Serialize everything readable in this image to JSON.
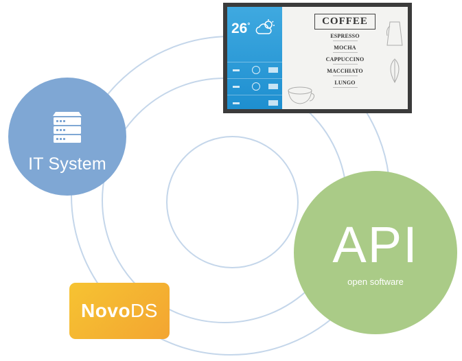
{
  "it_system": {
    "label": "IT System",
    "icon": "server-icon",
    "color": "#7fa7d4"
  },
  "api": {
    "title": "API",
    "subtitle": "open software",
    "color": "#aacb87"
  },
  "novods_logo": {
    "bold": "Novo",
    "light": "DS",
    "color": "#f4b431"
  },
  "display_screen": {
    "weather": {
      "temperature": "26",
      "degree": "°",
      "icon": "cloud-sun-icon"
    },
    "menu_title": "COFFEE",
    "menu_items": [
      "ESPRESSO",
      "MOCHA",
      "CAPPUCCINO",
      "MACCHIATO",
      "LUNGO"
    ]
  },
  "ring_color": "#c4d6ea"
}
